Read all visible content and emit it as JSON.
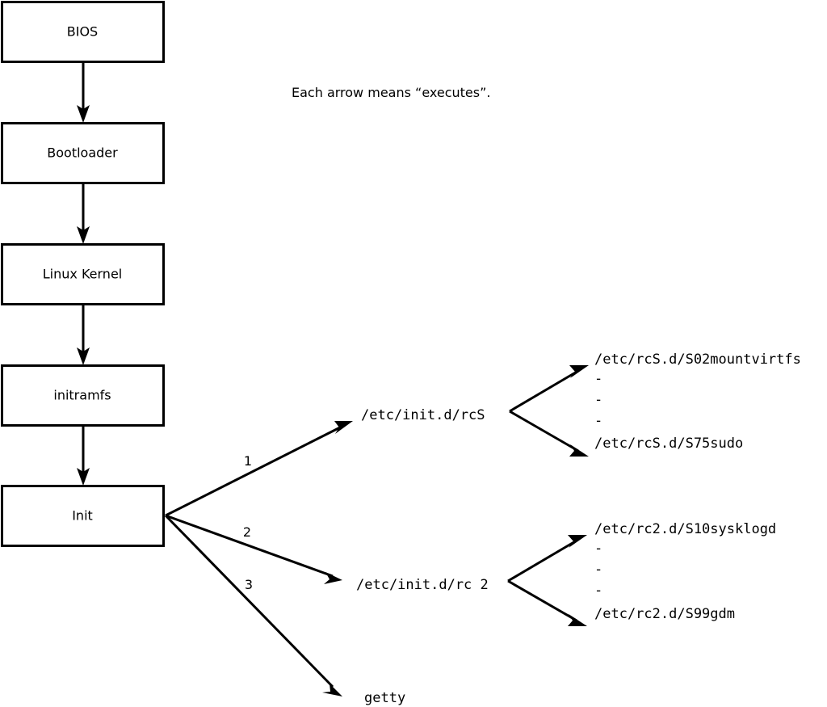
{
  "diagram": {
    "title_caption": "Each arrow means “executes”.",
    "boot_chain": [
      {
        "label": "BIOS"
      },
      {
        "label": "Bootloader"
      },
      {
        "label": "Linux Kernel"
      },
      {
        "label": "initramfs"
      },
      {
        "label": "Init"
      }
    ],
    "init_branches": [
      {
        "number": "1",
        "target": "/etc/init.d/rcS"
      },
      {
        "number": "2",
        "target": "/etc/init.d/rc 2"
      },
      {
        "number": "3",
        "target": "getty"
      }
    ],
    "rcs_scripts": {
      "first": "/etc/rcS.d/S02mountvirtfs",
      "ellipsis": [
        "-",
        "-",
        "-"
      ],
      "last": "/etc/rcS.d/S75sudo"
    },
    "rc2_scripts": {
      "first": "/etc/rc2.d/S10sysklogd",
      "ellipsis": [
        "-",
        "-",
        "-"
      ],
      "last": "/etc/rc2.d/S99gdm"
    },
    "colors": {
      "stroke": "#000000",
      "fill": "#ffffff",
      "text": "#000000"
    }
  }
}
